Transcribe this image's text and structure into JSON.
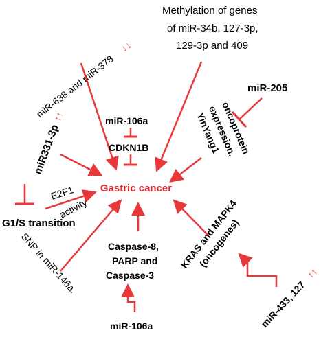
{
  "center": {
    "label": "Gastric cancer"
  },
  "labels": {
    "mir638": "miR-638 and miR-378",
    "mir638_arrows": "↓↓",
    "methyl1": "Methylation of genes",
    "methyl2": "of miR-34b, 127-3p,",
    "methyl3": "129-3p and 409",
    "mir205": "miR-205",
    "yin1": "YinYang1",
    "yin2": "expression,",
    "yin3": "oncoprotein",
    "mir106a_top": "miR-106a",
    "cdkn1b": "CDKN1B",
    "mir331": "miR331-3p",
    "mir331_arrows": "↑↑",
    "e2f1a": "E2F1",
    "e2f1b": "activity",
    "g1s": "G1/S transition",
    "snp": "SNP in miR-146a.",
    "casp1": "Caspase-8,",
    "casp2": "PARP and",
    "casp3": "Caspase-3",
    "mir106a_bottom": "miR-106a",
    "kras1": "KRAS and MAPK4",
    "kras2": "(oncogenes)",
    "mir433": "miR-433, 127",
    "mir433_arrows": "↑↑"
  },
  "colors": {
    "arrow": "#e8383a",
    "text": "#000000",
    "center": "#e0262d",
    "updown": "#e8383a"
  }
}
